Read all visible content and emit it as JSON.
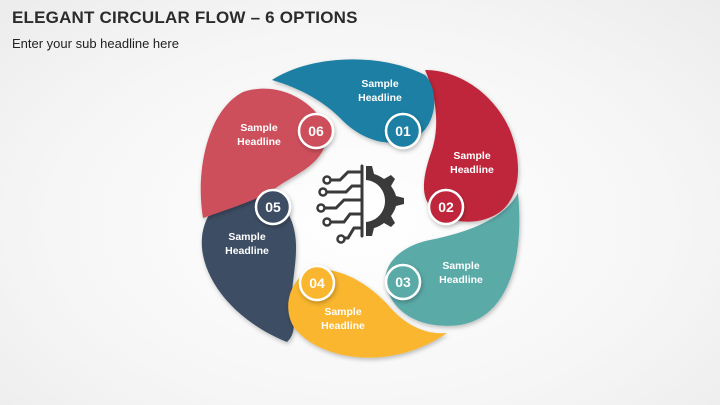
{
  "header": {
    "title": "ELEGANT CIRCULAR FLOW – 6 OPTIONS",
    "subtitle": "Enter your sub headline here"
  },
  "center_icon": "ai-circuit-gear-icon",
  "options": [
    {
      "number": "01",
      "line1": "Sample",
      "line2": "Headline",
      "color": "#1E7FA3"
    },
    {
      "number": "02",
      "line1": "Sample",
      "line2": "Headline",
      "color": "#C0283A"
    },
    {
      "number": "03",
      "line1": "Sample",
      "line2": "Headline",
      "color": "#5AAAA8"
    },
    {
      "number": "04",
      "line1": "Sample",
      "line2": "Headline",
      "color": "#F9B62D"
    },
    {
      "number": "05",
      "line1": "Sample",
      "line2": "Headline",
      "color": "#3E4D63"
    },
    {
      "number": "06",
      "line1": "Sample",
      "line2": "Headline",
      "color": "#CE4F5C"
    }
  ]
}
